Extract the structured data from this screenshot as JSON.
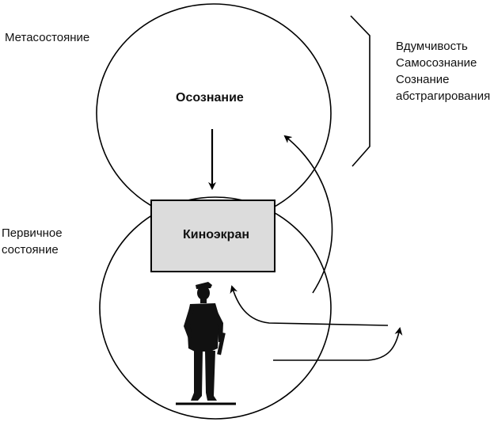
{
  "labels": {
    "meta_state": "Метасостояние",
    "primary_state": [
      "Первичное",
      "состояние"
    ],
    "awareness": "Осознание",
    "screen": "Киноэкран",
    "meta_qualities": [
      "Вдумчивость",
      "Самосознание",
      "Сознание",
      "абстрагирования"
    ]
  },
  "colors": {
    "line": "#000000",
    "screen_fill": "#dcdcdc",
    "figure": "#111111"
  },
  "icons": {
    "figure": "standing-soldier-icon"
  }
}
